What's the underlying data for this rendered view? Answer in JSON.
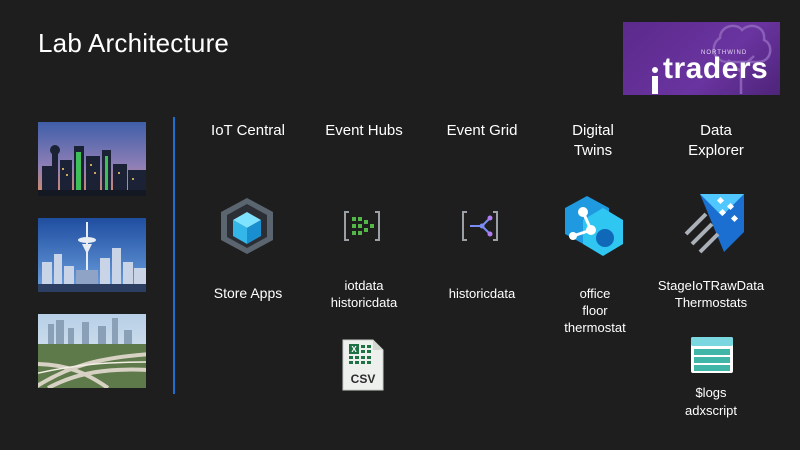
{
  "slide": {
    "title": "Lab Architecture",
    "logo": {
      "brand_small": "NORTHWIND",
      "brand_big": "traders"
    }
  },
  "columns": [
    {
      "header": "IoT Central",
      "icon": "iot-central-icon",
      "items": [
        "Store Apps"
      ]
    },
    {
      "header": "Event Hubs",
      "icon": "event-hubs-icon",
      "items": [
        "iotdata",
        "historicdata"
      ],
      "extra_icon": "csv-file-icon",
      "extra_label": "CSV"
    },
    {
      "header": "Event Grid",
      "icon": "event-grid-icon",
      "items": [
        "historicdata"
      ]
    },
    {
      "header_lines": [
        "Digital",
        "Twins"
      ],
      "icon": "digital-twins-icon",
      "items": [
        "office",
        "floor",
        "thermostat"
      ]
    },
    {
      "header_lines": [
        "Data",
        "Explorer"
      ],
      "icon": "data-explorer-icon",
      "items": [
        "StageIoTRawData",
        "Thermostats"
      ],
      "extra_icon": "storage-table-icon",
      "extra_items": [
        "$logs",
        "adxscript"
      ]
    }
  ],
  "colors": {
    "background": "#1e1e1e",
    "divider": "#1f6fd1",
    "logo_purple": "#5b2a8c",
    "azure_cyan": "#50e6ff",
    "azure_blue": "#0078d4"
  },
  "photos": [
    "dallas-skyline-photo",
    "seattle-skyline-photo",
    "highway-city-photo"
  ]
}
